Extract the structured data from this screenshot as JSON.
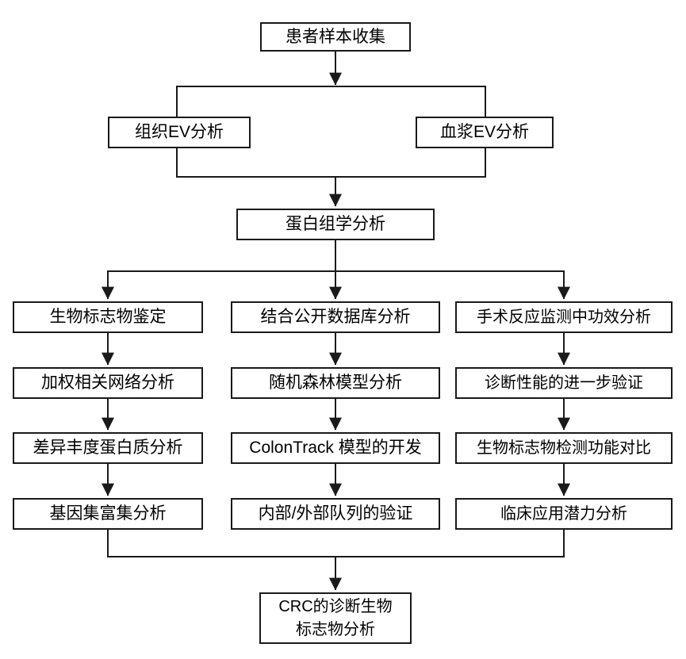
{
  "colors": {
    "background": "#ffffff",
    "line": "#1a1a1a",
    "box_border": "#1a1a1a",
    "box_fill": "#ffffff",
    "text": "#000000"
  },
  "diagram": {
    "type": "flowchart",
    "nodes": {
      "patient_sample": "患者样本收集",
      "tissue_ev": "组织EV分析",
      "plasma_ev": "血浆EV分析",
      "proteomics": "蛋白组学分析",
      "col1": [
        "生物标志物鉴定",
        "加权相关网络分析",
        "差异丰度蛋白质分析",
        "基因集富集分析"
      ],
      "col2": [
        "结合公开数据库分析",
        "随机森林模型分析",
        "ColonTrack 模型的开发",
        "内部/外部队列的验证"
      ],
      "col3": [
        "手术反应监测中功效分析",
        "诊断性能的进一步验证",
        "生物标志物检测功能对比",
        "临床应用潜力分析"
      ],
      "final": {
        "line1": "CRC的诊断生物",
        "line2": "标志物分析"
      }
    }
  }
}
